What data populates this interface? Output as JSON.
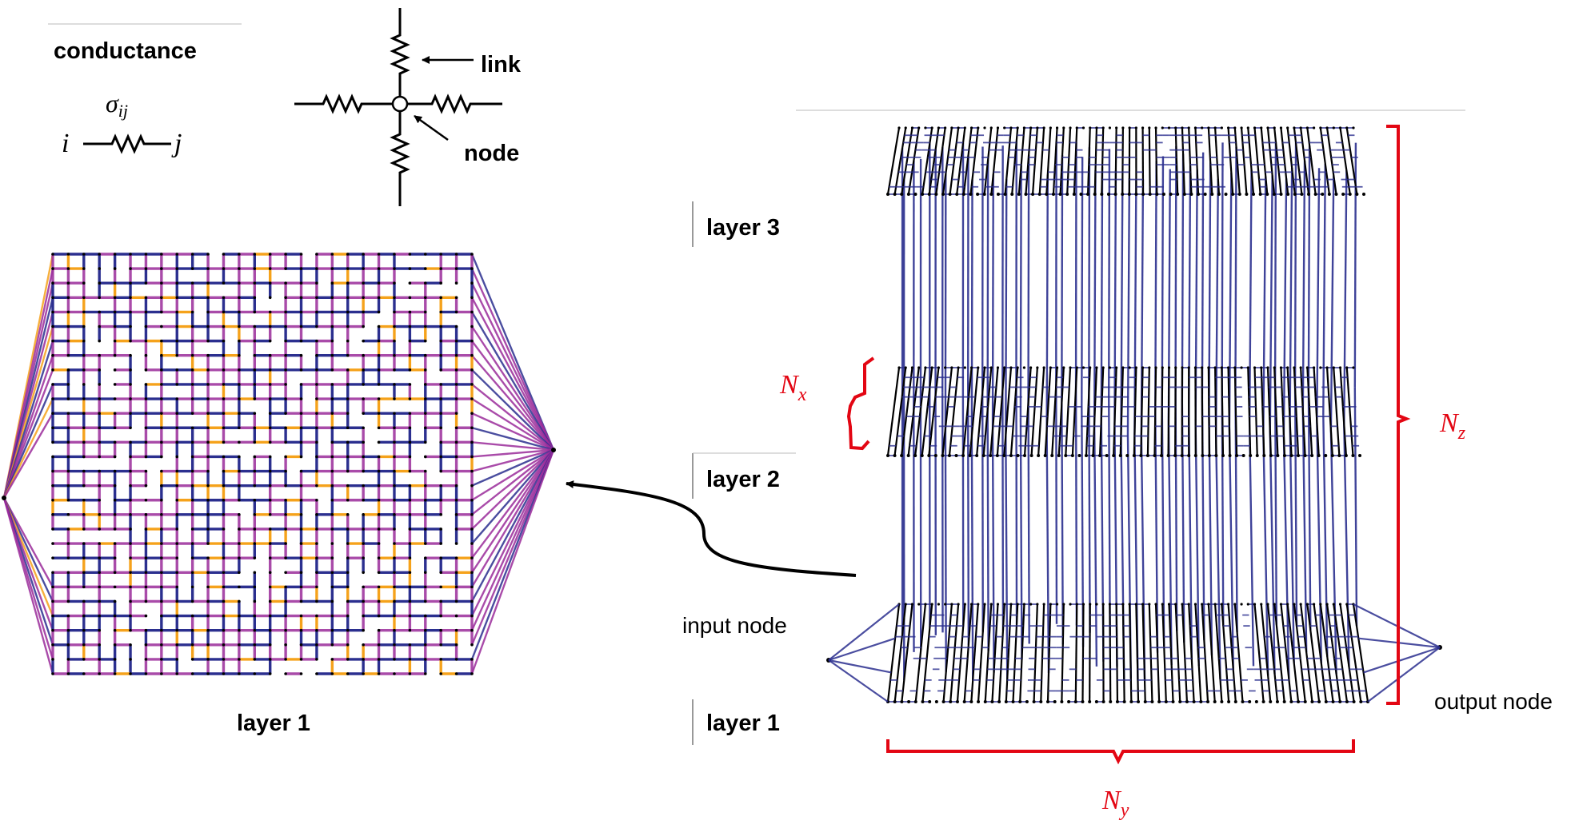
{
  "labels": {
    "conductance": "conductance",
    "sigma_base": "σ",
    "sigma_sub": "ij",
    "node_i": "i",
    "node_j": "j",
    "link": "link",
    "node": "node",
    "layer1_left": "layer 1",
    "layer3": "layer 3",
    "layer2": "layer 2",
    "layer1_right": "layer 1",
    "input_node": "input node",
    "output_node": "output node",
    "nx_base": "N",
    "nx_sub": "x",
    "ny_base": "N",
    "ny_sub": "y",
    "nz_base": "N",
    "nz_sub": "z"
  },
  "colors": {
    "link_blue": "#2b2f8f",
    "link_purple": "#9b2c9b",
    "link_orange": "#f5a21b",
    "bracket_red": "#e30613",
    "node_black": "#000000"
  },
  "network": {
    "layers": 3,
    "grid_cols": 28,
    "grid_rows": 30
  }
}
